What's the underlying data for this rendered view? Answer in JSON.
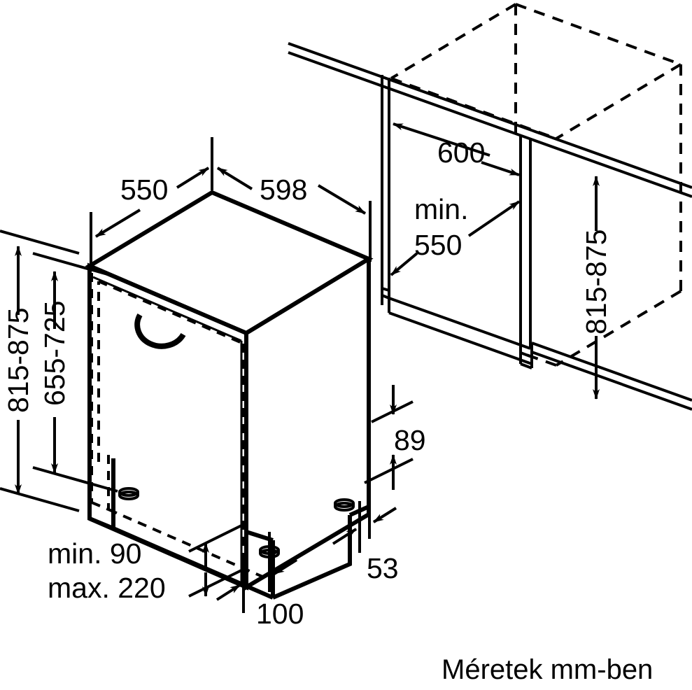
{
  "drawing": {
    "title_caption": "Méretek mm-ben",
    "units": "mm",
    "type": "installation-dimension-drawing",
    "subject": "fully-integrated dishwasher niche installation",
    "line_color": "#000000",
    "background_color": "#ffffff"
  },
  "dimensions": {
    "appliance_depth": "550",
    "appliance_width": "598",
    "niche_width": "600",
    "niche_depth_min_label": "min.",
    "niche_depth_min_value": "550",
    "niche_height_outer": "815-875",
    "niche_height_inner": "655-725",
    "niche_height_right": "815-875",
    "plinth_height_min": "min. 90",
    "plinth_height_max": "max. 220",
    "plinth_setback": "100",
    "base_front_offset": "53",
    "base_height": "89"
  },
  "labels": {
    "d550": "550",
    "d598": "598",
    "d600": "600",
    "d_min": "min.",
    "d_min550": "550",
    "d815875_left": "815-875",
    "d655725_left": "655-725",
    "d815875_right": "815-875",
    "d_min90": "min. 90",
    "d_max220": "max. 220",
    "d100": "100",
    "d53": "53",
    "d89": "89",
    "caption": "Méretek mm-ben"
  }
}
